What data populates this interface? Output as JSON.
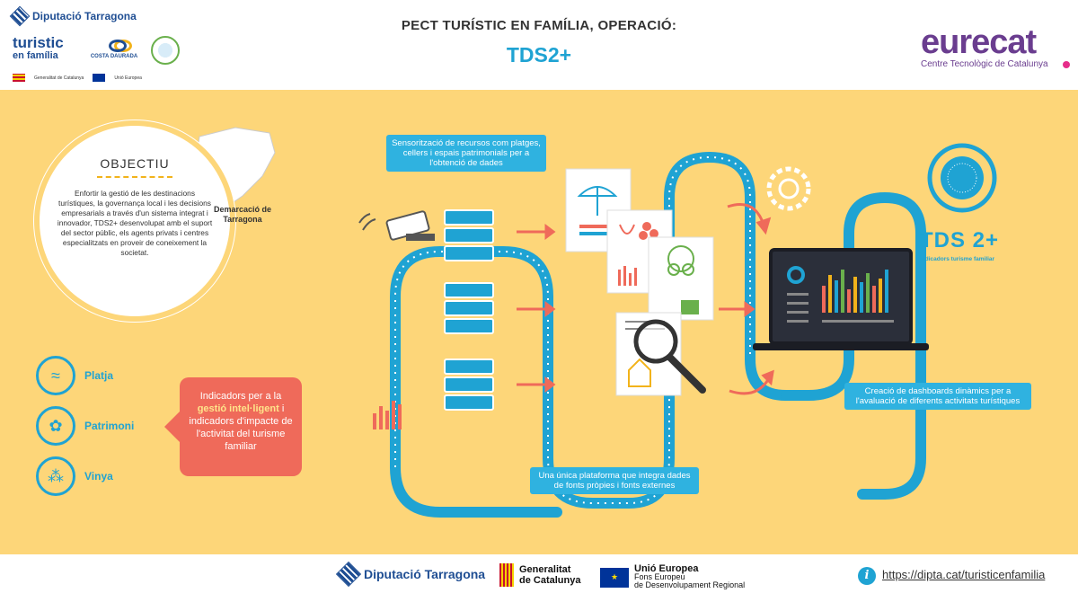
{
  "header": {
    "org_name": "Diputació Tarragona",
    "brand_line1": "turistic",
    "brand_line2": "en família",
    "costa_label": "COSTA DAURADA",
    "generalitat_small": "Generalitat de Catalunya",
    "eu_small": "Unió Europea",
    "title": "PECT TURÍSTIC EN FAMÍLIA, OPERACIÓ:",
    "subtitle": "TDS2+",
    "partner_name": "eurecat",
    "partner_sub": "Centre Tecnològic de Catalunya"
  },
  "objective": {
    "title": "OBJECTIU",
    "text": "Enfortir la gestió de les destinacions turístiques, la governança local i les decisions empresarials a través d'un sistema integrat i innovador, TDS2+ desenvolupat amb el suport del sector públic, els agents privats i centres especialitzats en proveir de coneixement la societat."
  },
  "map": {
    "label_line1": "Demarcació de",
    "label_line2": "Tarragona"
  },
  "categories": [
    {
      "label": "Platja",
      "icon": "wave-icon"
    },
    {
      "label": "Patrimoni",
      "icon": "flower-icon"
    },
    {
      "label": "Vinya",
      "icon": "grape-icon"
    }
  ],
  "indicators_box": {
    "line1": "Indicadors per a la",
    "bold": "gestió intel·ligent",
    "line2": "i indicadors d'impacte de l'activitat del turisme familiar"
  },
  "boxes": {
    "sensors": "Sensorització de recursos com platges, cellers i espais patrimonials per a l'obtenció de dades",
    "platform": "Una única plataforma que integra dades de fonts pròpies i fonts externes",
    "dashboards": "Creació de dashboards dinàmics per a l'avaluació de diferents activitats turístiques"
  },
  "tds_logo": {
    "name": "TDS 2+",
    "tagline": "indicadors turisme familiar"
  },
  "footer": {
    "org_name": "Diputació Tarragona",
    "gen_line1": "Generalitat",
    "gen_line2": "de Catalunya",
    "eu_line1": "Unió Europea",
    "eu_line2": "Fons Europeu",
    "eu_line3": "de Desenvolupament Regional",
    "link": "https://dipta.cat/turisticenfamilia"
  },
  "colors": {
    "background": "#fdd679",
    "accent_blue": "#1fa3d3",
    "coral": "#ef6a5a",
    "purple": "#6a3d8f"
  }
}
